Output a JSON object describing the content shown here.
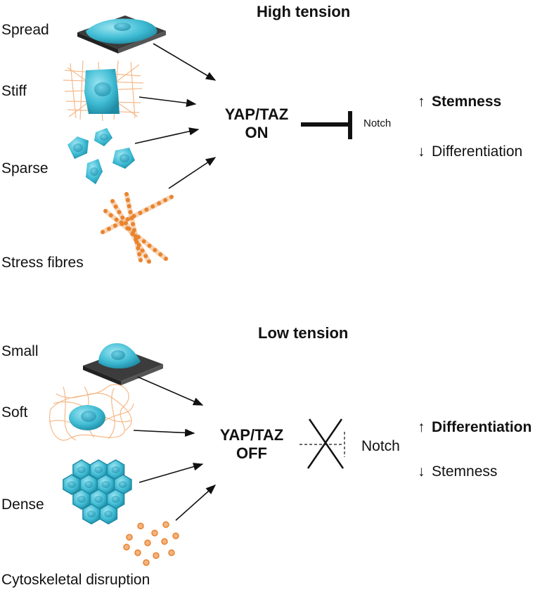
{
  "high": {
    "title": "High tension",
    "inputs": [
      "Spread",
      "Stiff",
      "Sparse",
      "Stress fibres"
    ],
    "state_line1": "YAP/TAZ",
    "state_line2": "ON",
    "target": "Notch",
    "out_up_arrow": "↑",
    "out_up": "Stemness",
    "out_down_arrow": "↓",
    "out_down": "Differentiation"
  },
  "low": {
    "title": "Low tension",
    "inputs": [
      "Small",
      "Soft",
      "Dense",
      "Cytoskeletal disruption"
    ],
    "state_line1": "YAP/TAZ",
    "state_line2": "OFF",
    "target": "Notch",
    "out_up_arrow": "↑",
    "out_up": "Differentiation",
    "out_down_arrow": "↓",
    "out_down": "Stemness"
  },
  "colors": {
    "cell": "#3fbcd4",
    "cell_light": "#8fe0ee",
    "cell_dark": "#1e8aa3",
    "fibre": "#f4b27e",
    "fibre_dot": "#e8842f",
    "substrate": "#555555"
  }
}
